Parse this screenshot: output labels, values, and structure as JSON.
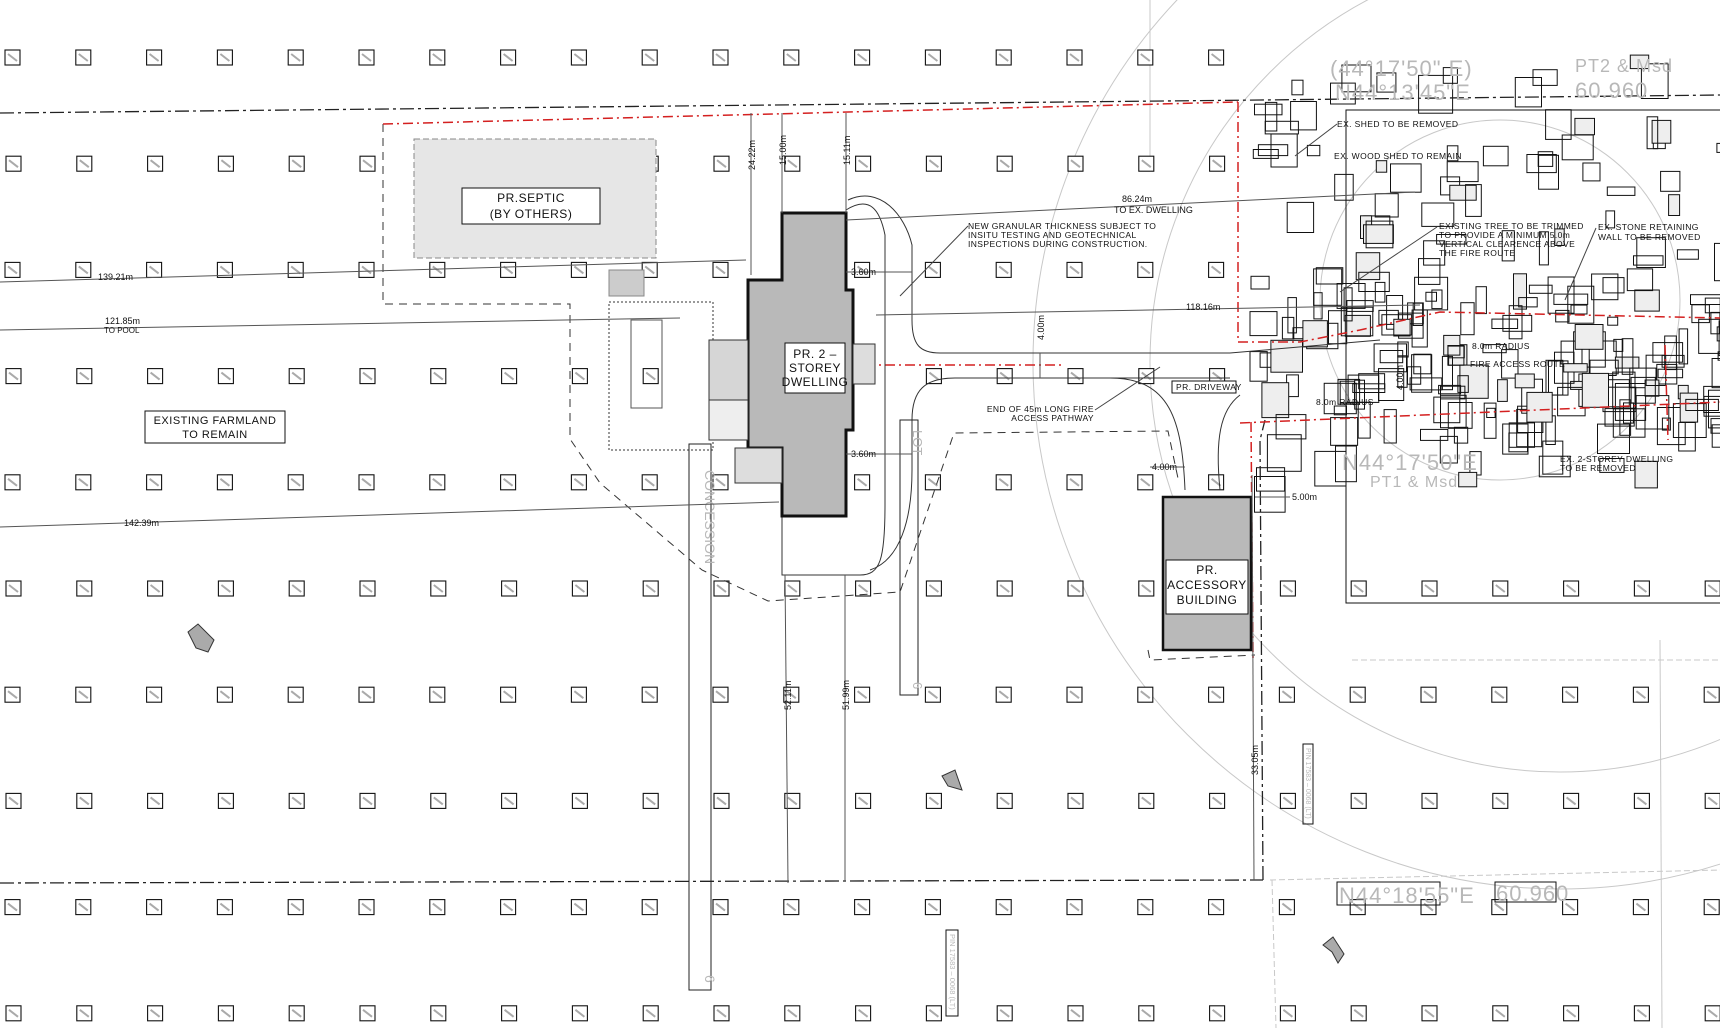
{
  "drawing": {
    "septic": {
      "line1": "PR.SEPTIC",
      "line2": "(BY OTHERS)"
    },
    "dwelling": {
      "line1": "PR. 2 –",
      "line2": "STOREY",
      "line3": "DWELLING"
    },
    "farmland": {
      "line1": "EXISTING FARMLAND",
      "line2": "TO REMAIN"
    },
    "accessory": {
      "line1": "PR.",
      "line2": "ACCESSORY",
      "line3": "BUILDING"
    },
    "driveway_label": "PR. DRIVEWAY",
    "notes": {
      "granular": [
        "NEW GRANULAR THICKNESS SUBJECT TO",
        "INSITU TESTING AND GEOTECHNICAL",
        "INSPECTIONS DURING CONSTRUCTION."
      ],
      "fire_end": [
        "END OF 45m LONG FIRE",
        "ACCESS PATHWAY"
      ],
      "shed_removed": "EX. SHED TO BE REMOVED",
      "shed_remain": "EX. WOOD SHED TO REMAIN",
      "tree": [
        "EXISTING TREE TO BE TRIMMED",
        "TO PROVIDE A MINIMUM 5.0m",
        "VERTICAL CLEARENCE ABOVE",
        "THE FIRE ROUTE"
      ],
      "wall": [
        "EX. STONE RETAINING",
        "WALL TO BE REMOVED"
      ],
      "ex_dwelling": [
        "EX. 2-STOREY DWELLING",
        "TO BE REMOVED"
      ],
      "radius_1": "8.0m RADIUS",
      "radius_2": "8.0m RADIUS",
      "fire_route": "FIRE ACCESS ROUTE"
    },
    "dimensions": {
      "d139": "139.21m",
      "d121": "121.85m",
      "to_pool": "TO POOL",
      "d142": "142.39m",
      "d86": "86.24m",
      "to_ex_dwelling": "TO EX. DWELLING",
      "d118": "118.16m",
      "d24": "24.22m",
      "d15a": "15.00m",
      "d15b": "15.11m",
      "d360a": "3.60m",
      "d360b": "3.60m",
      "d400a": "4.00m",
      "d400b": "4.00m",
      "d400c": "4.00m",
      "d500": "5.00m",
      "d52": "52.11m",
      "d51": "51.99m",
      "d33": "33.05m"
    },
    "survey": {
      "bearing_top1": "(44°17'50\" E)",
      "bearing_top2": "N44°13'45\"E",
      "part_top": "PT2 & Msd",
      "dist_top": "60.960",
      "bearing_mid": "N44°17'50\"E",
      "part_mid": "PT1 & Msd",
      "bearing_bottom": "N44°18'55\"E",
      "dist_bottom": "60.960",
      "pin_1": "PIN 17583 – 0068 (LT)",
      "pin_2": "PIN 17583 – 0068 (LT)",
      "concession": "CONCESSION",
      "lot": "LOT",
      "lot_no_1": "6",
      "lot_no_2": "6"
    }
  },
  "colors": {
    "line": "#111111",
    "fire_route": "#d42020",
    "building_fill": "#b9b9b9",
    "septic_fill": "#e6e6e6",
    "ghost": "#b8b8b8"
  }
}
